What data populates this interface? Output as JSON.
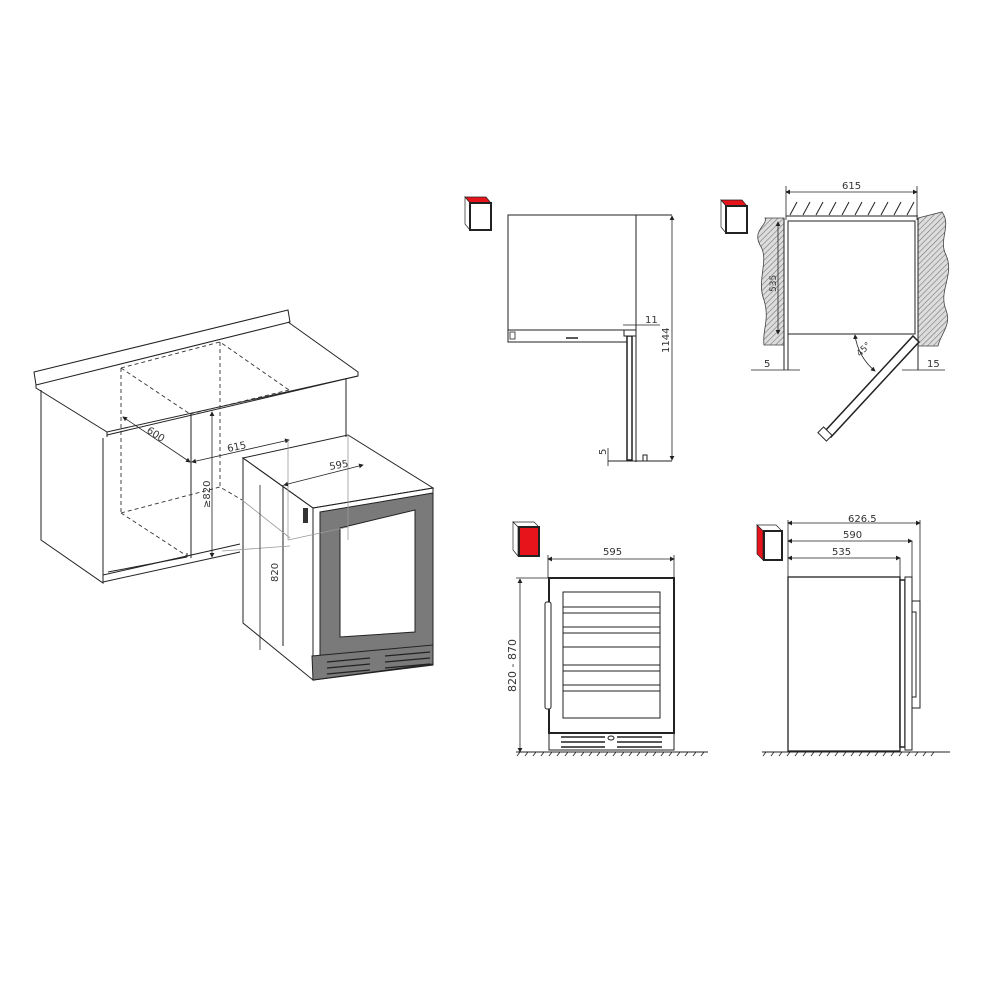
{
  "colors": {
    "accent_red": "#e8141b",
    "frame_gray": "#7a7a7a",
    "line": "#222222",
    "hatch": "#888888"
  },
  "isometric_view": {
    "depth": "600",
    "width": "615",
    "height_min": "≥820",
    "appliance_width": "595",
    "appliance_height": "820"
  },
  "top_view_side": {
    "height": "1144",
    "gap": "11",
    "offset": "5"
  },
  "top_view_niche": {
    "width": "615",
    "depth": "535",
    "angle": "45°",
    "left_gap": "5",
    "right_gap": "15"
  },
  "front_view": {
    "width": "595",
    "height": "820 - 870"
  },
  "side_view": {
    "depth_total": "626.5",
    "depth_door": "590",
    "depth_body": "535"
  }
}
